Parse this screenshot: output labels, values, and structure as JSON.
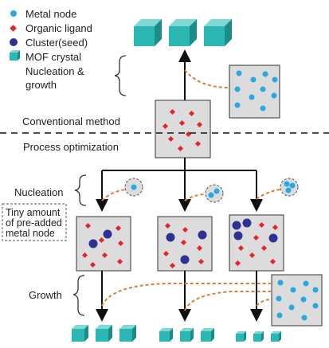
{
  "legend": {
    "metal_node": "Metal node",
    "organic_ligand": "Organic ligand",
    "cluster_seed": "Cluster(seed)",
    "mof_crystal": "MOF crystal"
  },
  "labels": {
    "nucleation_growth_line1": "Nucleation &",
    "nucleation_growth_line2": "growth",
    "conventional_method": "Conventional method",
    "process_optimization": "Process optimization",
    "nucleation": "Nucleation",
    "preadded_line1": "Tiny amount",
    "preadded_line2": "of pre-added",
    "preadded_line3": "metal node",
    "growth": "Growth"
  },
  "colors": {
    "metal_node": "#29a9e0",
    "organic_ligand": "#e0252b",
    "cluster_seed": "#2e3192",
    "mof_crystal_front": "#2bb7b3",
    "mof_crystal_top": "#7fd8d4",
    "mof_crystal_side": "#1b8d89",
    "box_fill": "#dcdcdc",
    "dashed_curve": "#e07b39"
  },
  "icons": [
    "metal-node-icon",
    "organic-ligand-icon",
    "cluster-seed-icon",
    "mof-crystal-icon"
  ]
}
